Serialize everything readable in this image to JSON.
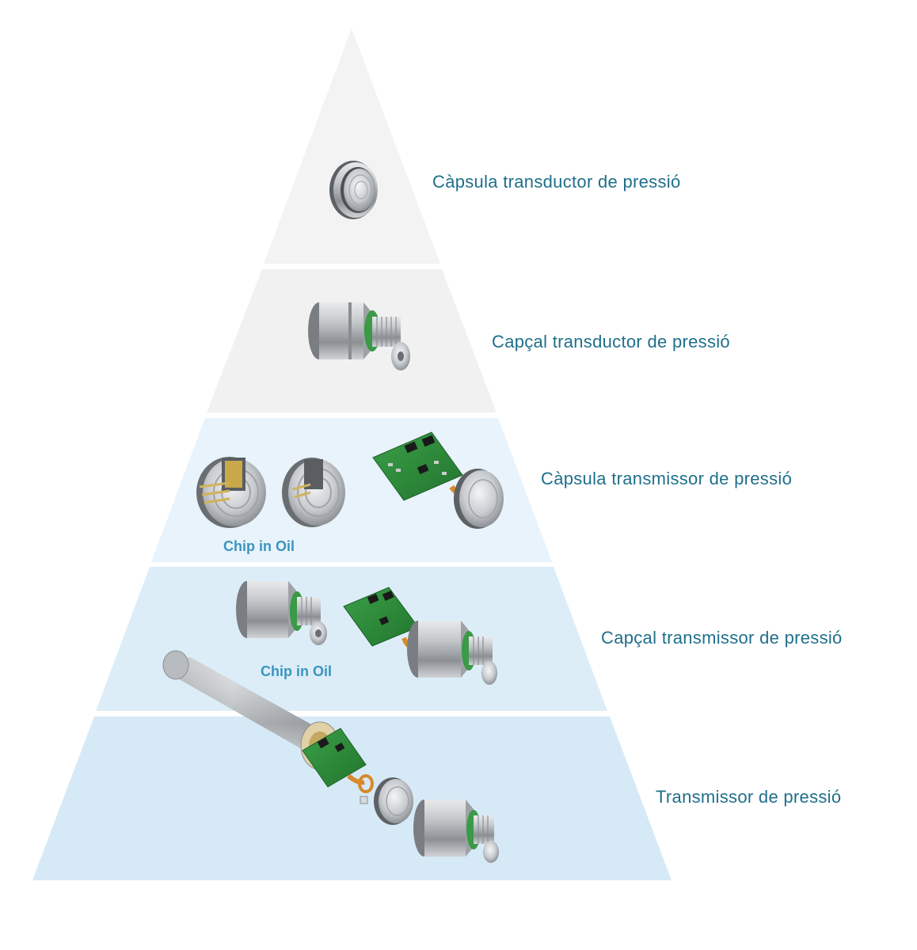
{
  "pyramid": {
    "tiers": [
      {
        "label": "Càpsula transductor de pressió",
        "color": "#f3f3f4"
      },
      {
        "label": "Capçal transductor de pressió",
        "color": "#f1f1f2"
      },
      {
        "label": "Càpsula transmissor de pressió",
        "color": "#e8f3fb",
        "note": "Chip in Oil"
      },
      {
        "label": "Capçal transmissor de pressió",
        "color": "#dcedf8",
        "note": "Chip in Oil"
      },
      {
        "label": "Transmissor de pressió",
        "color": "#d6e9f6"
      }
    ]
  },
  "colors": {
    "label_text": "#1f6f8b",
    "note_text": "#3a95bf",
    "metal": "#b9bcc0",
    "pcb": "#2f8a3a",
    "seal": "#3a9a47"
  }
}
